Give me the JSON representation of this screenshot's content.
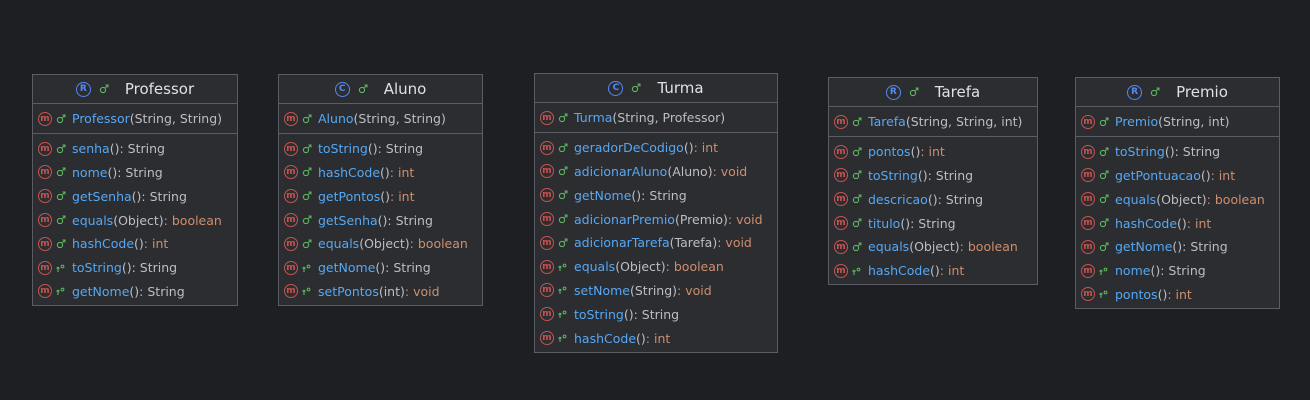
{
  "colors": {
    "background": "#1e1f22",
    "box": "#2b2d30",
    "border": "#5a5d63",
    "method_name": "#56a8f5",
    "keyword": "#cf8e6d",
    "text": "#bcbec4",
    "method_icon": "#c75450",
    "class_icon": "#548af7",
    "visibility_public": "#5fb85f"
  },
  "classes": [
    {
      "id": "professor",
      "name": "Professor",
      "kind": "record",
      "kind_letter": "R",
      "constructor": {
        "name": "Professor",
        "params": "(String, String)"
      },
      "methods": [
        {
          "name": "senha",
          "params": "()",
          "ret": ": String",
          "prim": false
        },
        {
          "name": "nome",
          "params": "()",
          "ret": ": String",
          "prim": false
        },
        {
          "name": "getSenha",
          "params": "()",
          "ret": ": String",
          "prim": false
        },
        {
          "name": "equals",
          "params": "(Object)",
          "ret": ": boolean",
          "prim": true
        },
        {
          "name": "hashCode",
          "params": "()",
          "ret": ": int",
          "prim": true
        },
        {
          "name": "toString",
          "params": "()",
          "ret": ": String",
          "prim": false,
          "override": true
        },
        {
          "name": "getNome",
          "params": "()",
          "ret": ": String",
          "prim": false,
          "override": true
        }
      ]
    },
    {
      "id": "aluno",
      "name": "Aluno",
      "kind": "class",
      "kind_letter": "C",
      "constructor": {
        "name": "Aluno",
        "params": "(String, String)"
      },
      "methods": [
        {
          "name": "toString",
          "params": "()",
          "ret": ": String",
          "prim": false
        },
        {
          "name": "hashCode",
          "params": "()",
          "ret": ": int",
          "prim": true
        },
        {
          "name": "getPontos",
          "params": "()",
          "ret": ": int",
          "prim": true
        },
        {
          "name": "getSenha",
          "params": "()",
          "ret": ": String",
          "prim": false
        },
        {
          "name": "equals",
          "params": "(Object)",
          "ret": ": boolean",
          "prim": true
        },
        {
          "name": "getNome",
          "params": "()",
          "ret": ": String",
          "prim": false,
          "override": true
        },
        {
          "name": "setPontos",
          "params": "(int)",
          "ret": ": void",
          "prim": true,
          "override": true
        }
      ]
    },
    {
      "id": "turma",
      "name": "Turma",
      "kind": "class",
      "kind_letter": "C",
      "constructor": {
        "name": "Turma",
        "params": "(String, Professor)"
      },
      "methods": [
        {
          "name": "geradorDeCodigo",
          "params": "()",
          "ret": ": int",
          "prim": true
        },
        {
          "name": "adicionarAluno",
          "params": "(Aluno)",
          "ret": ": void",
          "prim": true
        },
        {
          "name": "getNome",
          "params": "()",
          "ret": ": String",
          "prim": false
        },
        {
          "name": "adicionarPremio",
          "params": "(Premio)",
          "ret": ": void",
          "prim": true
        },
        {
          "name": "adicionarTarefa",
          "params": "(Tarefa)",
          "ret": ": void",
          "prim": true
        },
        {
          "name": "equals",
          "params": "(Object)",
          "ret": ": boolean",
          "prim": true,
          "override": true
        },
        {
          "name": "setNome",
          "params": "(String)",
          "ret": ": void",
          "prim": true,
          "override": true
        },
        {
          "name": "toString",
          "params": "()",
          "ret": ": String",
          "prim": false,
          "override": true
        },
        {
          "name": "hashCode",
          "params": "()",
          "ret": ": int",
          "prim": true,
          "override": true
        }
      ]
    },
    {
      "id": "tarefa",
      "name": "Tarefa",
      "kind": "record",
      "kind_letter": "R",
      "constructor": {
        "name": "Tarefa",
        "params": "(String, String, int)"
      },
      "methods": [
        {
          "name": "pontos",
          "params": "()",
          "ret": ": int",
          "prim": true
        },
        {
          "name": "toString",
          "params": "()",
          "ret": ": String",
          "prim": false
        },
        {
          "name": "descricao",
          "params": "()",
          "ret": ": String",
          "prim": false
        },
        {
          "name": "titulo",
          "params": "()",
          "ret": ": String",
          "prim": false
        },
        {
          "name": "equals",
          "params": "(Object)",
          "ret": ": boolean",
          "prim": true
        },
        {
          "name": "hashCode",
          "params": "()",
          "ret": ": int",
          "prim": true,
          "override": true
        }
      ]
    },
    {
      "id": "premio",
      "name": "Premio",
      "kind": "record",
      "kind_letter": "R",
      "constructor": {
        "name": "Premio",
        "params": "(String, int)"
      },
      "methods": [
        {
          "name": "toString",
          "params": "()",
          "ret": ": String",
          "prim": false
        },
        {
          "name": "getPontuacao",
          "params": "()",
          "ret": ": int",
          "prim": true
        },
        {
          "name": "equals",
          "params": "(Object)",
          "ret": ": boolean",
          "prim": true
        },
        {
          "name": "hashCode",
          "params": "()",
          "ret": ": int",
          "prim": true
        },
        {
          "name": "getNome",
          "params": "()",
          "ret": ": String",
          "prim": false
        },
        {
          "name": "nome",
          "params": "()",
          "ret": ": String",
          "prim": false,
          "override": true
        },
        {
          "name": "pontos",
          "params": "()",
          "ret": ": int",
          "prim": true,
          "override": true
        }
      ]
    }
  ]
}
